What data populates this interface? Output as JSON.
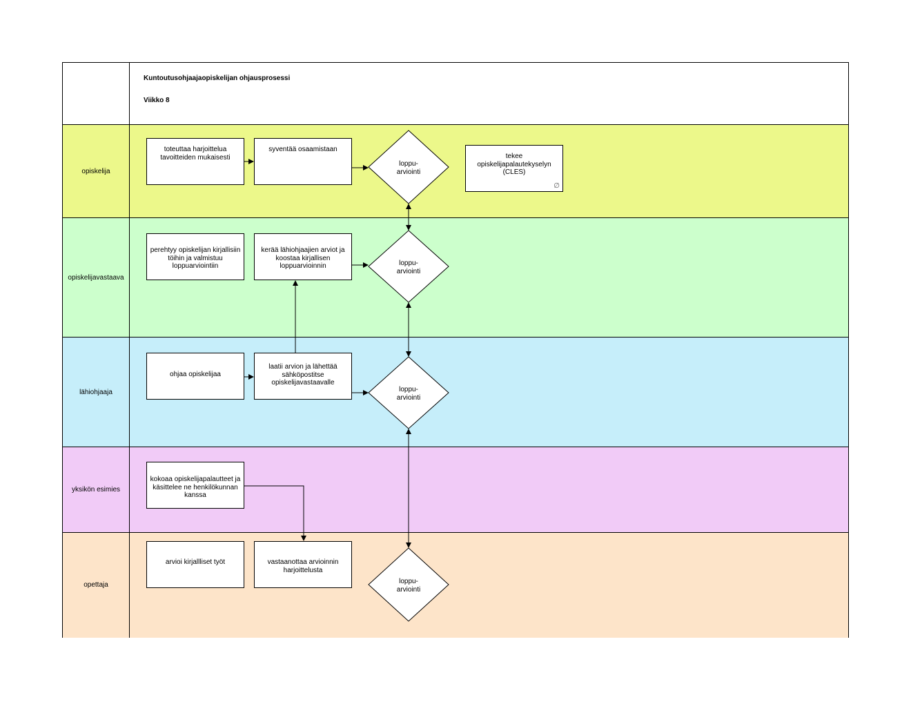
{
  "header": {
    "title": "Kuntoutusohjaajaopiskelijan ohjausprosessi",
    "subtitle": "Viikko 8"
  },
  "lanes": [
    {
      "label": "opiskelija",
      "color": "#ecf88a"
    },
    {
      "label": "opiskelijavastaava",
      "color": "#ccffcc"
    },
    {
      "label": "lähiohjaaja",
      "color": "#c6eefa"
    },
    {
      "label": "yksikön esimies",
      "color": "#f1cbf7"
    },
    {
      "label": "opettaja",
      "color": "#fde4c9"
    }
  ],
  "boxes": {
    "b1": "toteuttaa harjoittelua tavoitteiden mukaisesti",
    "b2": "syventää osaamistaan",
    "b3": "tekee opiskelijapalautekyselyn (CLES)",
    "b4": "perehtyy opiskelijan kirjallisiin töihin ja valmistuu loppuarviointiin",
    "b5": "kerää lähiohjaajien arviot ja koostaa kirjallisen loppuarvioinnin",
    "b6": "ohjaa opiskelijaa",
    "b7": "laatii arvion ja lähettää sähköpostitse opiskelijavastaavalle",
    "b8": "kokoaa opiskelijapalautteet ja käsittelee ne henkilökunnan kanssa",
    "b9": "arvioi kirjallliset työt",
    "b10": "vastaanottaa arvioinnin harjoittelusta"
  },
  "decisions": {
    "d1": "loppu-arviointi",
    "d2": "loppu-arviointi",
    "d3": "loppu-arviointi",
    "d4": "loppu-arviointi"
  },
  "icons": {
    "b3_link": "link-icon"
  }
}
